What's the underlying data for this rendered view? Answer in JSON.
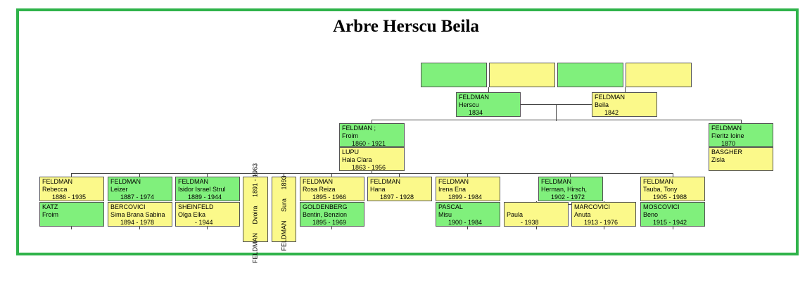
{
  "title": "Arbre Herscu Beila",
  "colors": {
    "frame": "#2fb34a",
    "male": "#80f07c",
    "female": "#fbf98a"
  },
  "grandparents": [
    {
      "id": "gp1",
      "color": "green",
      "lines": []
    },
    {
      "id": "gp2",
      "color": "yellow",
      "lines": []
    },
    {
      "id": "gp3",
      "color": "green",
      "lines": []
    },
    {
      "id": "gp4",
      "color": "yellow",
      "lines": []
    }
  ],
  "parents": [
    {
      "id": "herscu",
      "color": "green",
      "surname": "FELDMAN",
      "given": "Herscu",
      "dates": "1834"
    },
    {
      "id": "beila",
      "color": "yellow",
      "surname": "FELDMAN",
      "given": "Beila",
      "dates": "1842"
    }
  ],
  "children": [
    {
      "id": "froim",
      "color": "green",
      "surname": "FELDMAN ;",
      "given": "Froim",
      "dates": "1860 - 1921"
    },
    {
      "id": "haia",
      "color": "yellow",
      "surname": "LUPU",
      "given": "Haia Clara",
      "dates": "1863 - 1956"
    },
    {
      "id": "fleritz",
      "color": "green",
      "surname": "FELDMAN",
      "given": "Fleritz Ioine",
      "dates": "1870"
    },
    {
      "id": "zisla",
      "color": "yellow",
      "surname": "BASGHER",
      "given": "Zisla",
      "dates": ""
    }
  ],
  "grandchildren": [
    {
      "id": "rebecca",
      "color": "yellow",
      "surname": "FELDMAN",
      "given": "Rebecca",
      "dates": "1886 - 1935"
    },
    {
      "id": "katz",
      "color": "green",
      "surname": "KATZ",
      "given": "Froim",
      "dates": ""
    },
    {
      "id": "leizer",
      "color": "green",
      "surname": "FELDMAN",
      "given": "Leizer",
      "dates": "1887 - 1974"
    },
    {
      "id": "sima",
      "color": "yellow",
      "surname": "BERCOVICI",
      "given": "Sima Brana Sabina",
      "dates": "1894 - 1978"
    },
    {
      "id": "isidor",
      "color": "green",
      "surname": "FELDMAN",
      "given": "Isidor Israel Strul",
      "dates": "1889 - 1944"
    },
    {
      "id": "olga",
      "color": "yellow",
      "surname": "SHEINFELD",
      "given": "Olga Elka",
      "dates": "- 1944"
    },
    {
      "id": "dvoira",
      "color": "yellow",
      "surname": "FELDMAN",
      "given": "Dvoira",
      "dates": "1891 - 1963"
    },
    {
      "id": "sura",
      "color": "yellow",
      "surname": "FELDMAN",
      "given": "Sura",
      "dates": "1893"
    },
    {
      "id": "rosa",
      "color": "yellow",
      "surname": "FELDMAN",
      "given": "Rosa Reiza",
      "dates": "1895 - 1966"
    },
    {
      "id": "bentin",
      "color": "green",
      "surname": "GOLDENBERG",
      "given": "Bentin, Benzion",
      "dates": "1895 - 1969"
    },
    {
      "id": "hana",
      "color": "yellow",
      "surname": "FELDMAN",
      "given": "Hana",
      "dates": "1897 - 1928"
    },
    {
      "id": "irena",
      "color": "yellow",
      "surname": "FELDMAN",
      "given": "Irena Ena",
      "dates": "1899 - 1984"
    },
    {
      "id": "misu",
      "color": "green",
      "surname": "PASCAL",
      "given": "Misu",
      "dates": "1900 - 1984"
    },
    {
      "id": "herman",
      "color": "green",
      "surname": "FELDMAN",
      "given": "Herman, Hirsch,",
      "dates": "1902 - 1972"
    },
    {
      "id": "paula",
      "color": "yellow",
      "surname": "",
      "given": "Paula",
      "dates": "- 1938"
    },
    {
      "id": "anuta",
      "color": "yellow",
      "surname": "MARCOVICI",
      "given": "Anuta",
      "dates": "1913 - 1976"
    },
    {
      "id": "tauba",
      "color": "yellow",
      "surname": "FELDMAN",
      "given": "Tauba, Tony",
      "dates": "1905 - 1988"
    },
    {
      "id": "beno",
      "color": "green",
      "surname": "MOSCOVICI",
      "given": "Beno",
      "dates": "1915 - 1942"
    }
  ]
}
